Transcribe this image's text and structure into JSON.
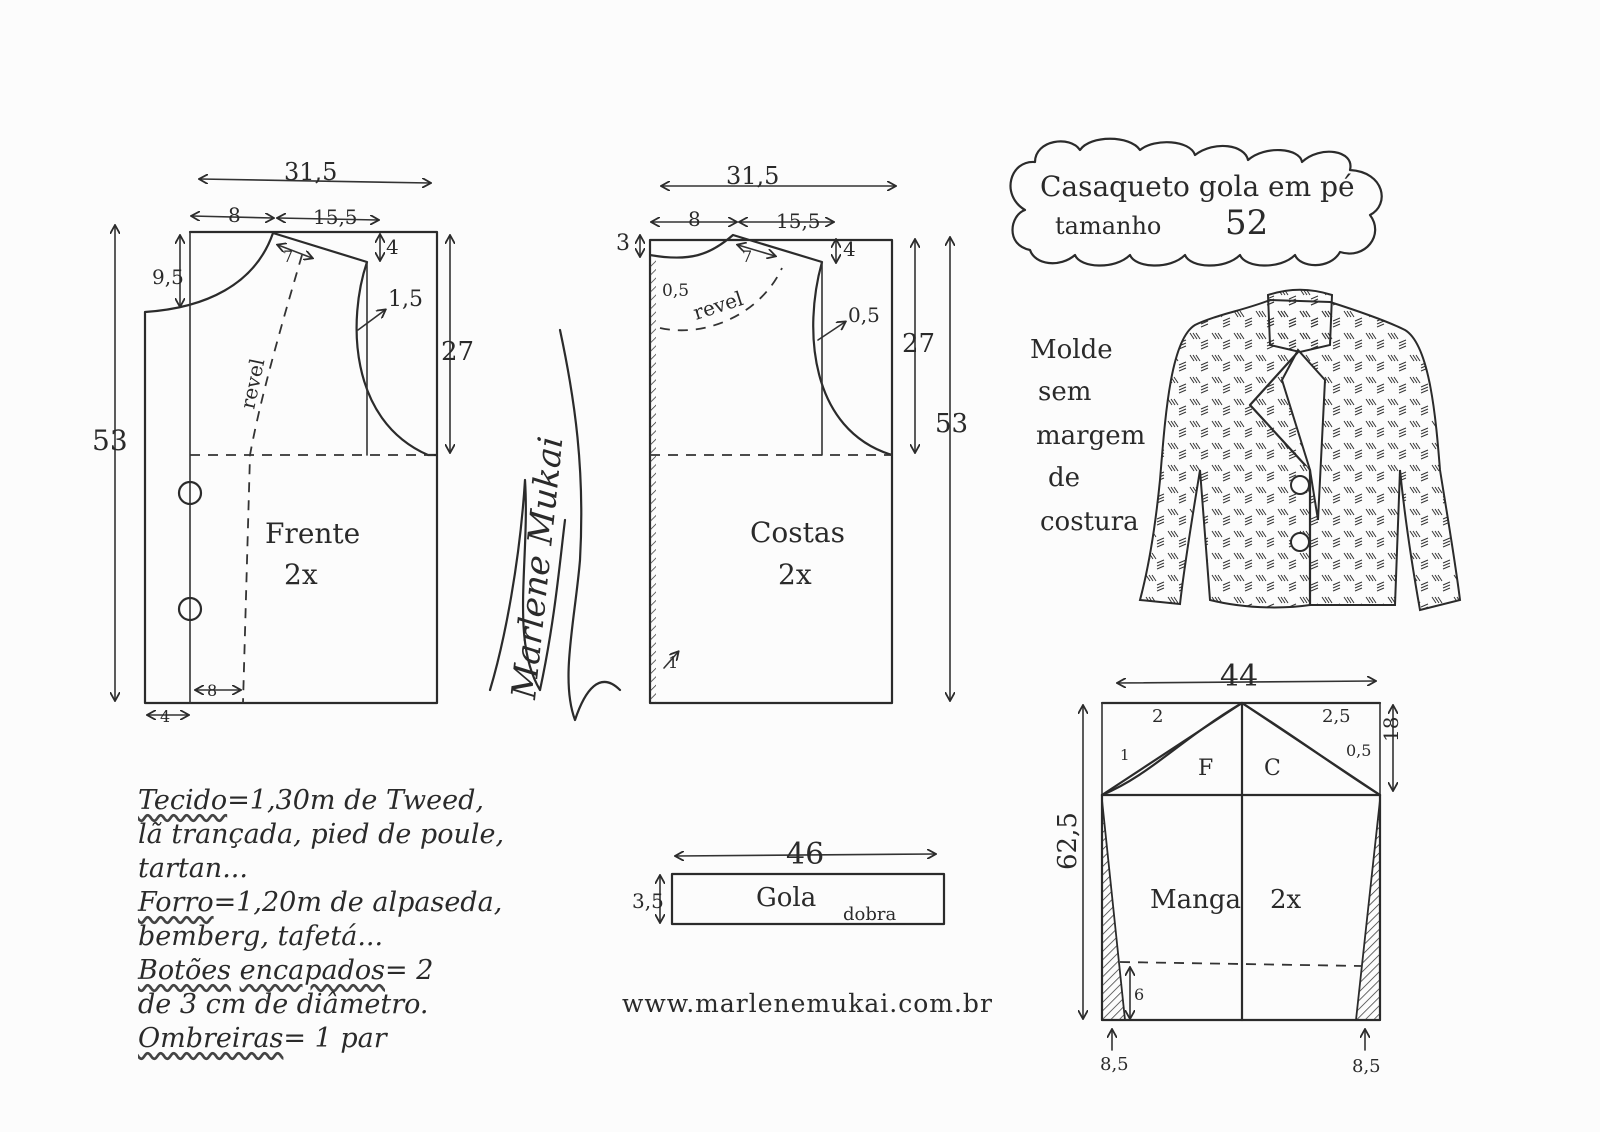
{
  "title_cloud": {
    "line1": "Casaqueto gola em pé",
    "size_label": "tamanho",
    "size_value": "52"
  },
  "no_seam_note": [
    "Molde",
    "sem",
    "margem",
    "de",
    "costura"
  ],
  "front": {
    "name": "Frente",
    "count": "2x",
    "facing": "revel",
    "dims": {
      "width": "31,5",
      "shoulder_left": "8",
      "shoulder_right": "15,5",
      "neck_drop": "9,5",
      "shoulder_drop": "4",
      "armhole_depth": "27",
      "total_length": "53",
      "armhole_curve": "1,5",
      "dart": "7",
      "overlap": "4",
      "facing_width": "8"
    }
  },
  "back": {
    "name": "Costas",
    "count": "2x",
    "facing": "revel",
    "dims": {
      "width": "31,5",
      "shoulder_left": "8",
      "shoulder_right": "15,5",
      "neck_rise": "3",
      "neck_curve": "0,5",
      "shoulder_drop": "4",
      "armhole_depth": "27",
      "total_length": "53",
      "armhole_curve": "0,5",
      "dart": "7",
      "hem_offset": "1"
    }
  },
  "collar": {
    "name": "Gola",
    "fold": "_dobra_",
    "width": "46",
    "height": "3,5"
  },
  "sleeve": {
    "name": "Manga",
    "count": "2x",
    "front_label": "F",
    "back_label": "C",
    "dims": {
      "width": "44",
      "length": "62,5",
      "cap_height": "18",
      "cap_f1": "2",
      "cap_f2": "1",
      "cap_c1": "2,5",
      "cap_c2": "0,5",
      "hem_band": "6",
      "wrist_left": "8,5",
      "wrist_right": "8,5"
    }
  },
  "materials": {
    "fabric_label": "Tecido",
    "fabric_text": "=1,30m de Tweed,",
    "fabric_line2": "lã trançada, pied de poule,",
    "fabric_line3": "tartan...",
    "lining_label": "Forro",
    "lining_text": "=1,20m de alpaseda,",
    "lining_line2": "bemberg, tafetá...",
    "buttons_label": "Botões",
    "buttons_label2": "encapados",
    "buttons_text": "= 2",
    "buttons_line2": "de 3 cm de diâmetro.",
    "pads_label": "Ombreiras",
    "pads_text": "= 1 par"
  },
  "website": "www.marlenemukai.com.br",
  "signature": "Marlene Mukai"
}
